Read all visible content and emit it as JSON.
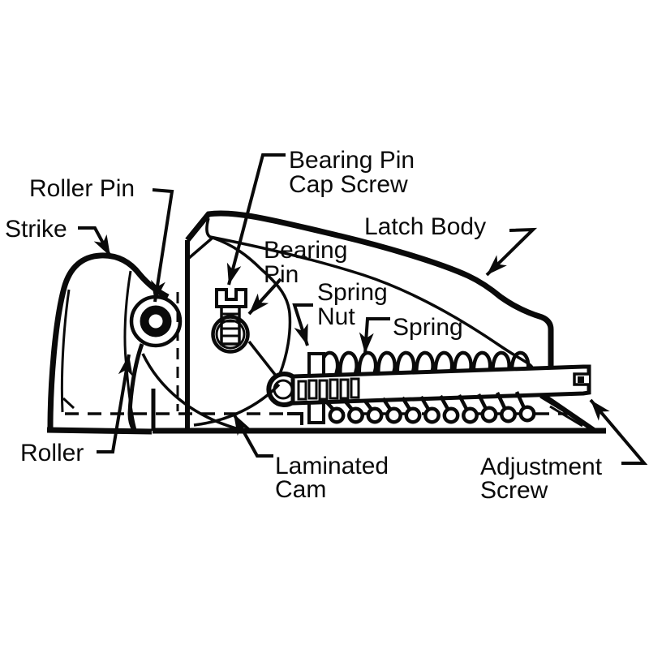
{
  "figure": {
    "type": "technical-line-diagram",
    "subject": "cam-action latch mechanism cross-section",
    "colors": {
      "line": "#0a0a0a",
      "background": "#ffffff"
    },
    "labels": {
      "roller_pin": "Roller Pin",
      "strike": "Strike",
      "bearing_pin_cap_screw_line1": "Bearing Pin",
      "bearing_pin_cap_screw_line2": "Cap Screw",
      "latch_body": "Latch Body",
      "bearing_pin_line1": "Bearing",
      "bearing_pin_line2": "Pin",
      "spring_nut_line1": "Spring",
      "spring_nut_line2": "Nut",
      "spring": "Spring",
      "roller": "Roller",
      "laminated_cam_line1": "Laminated",
      "laminated_cam_line2": "Cam",
      "adjustment_screw_line1": "Adjustment",
      "adjustment_screw_line2": "Screw"
    }
  }
}
